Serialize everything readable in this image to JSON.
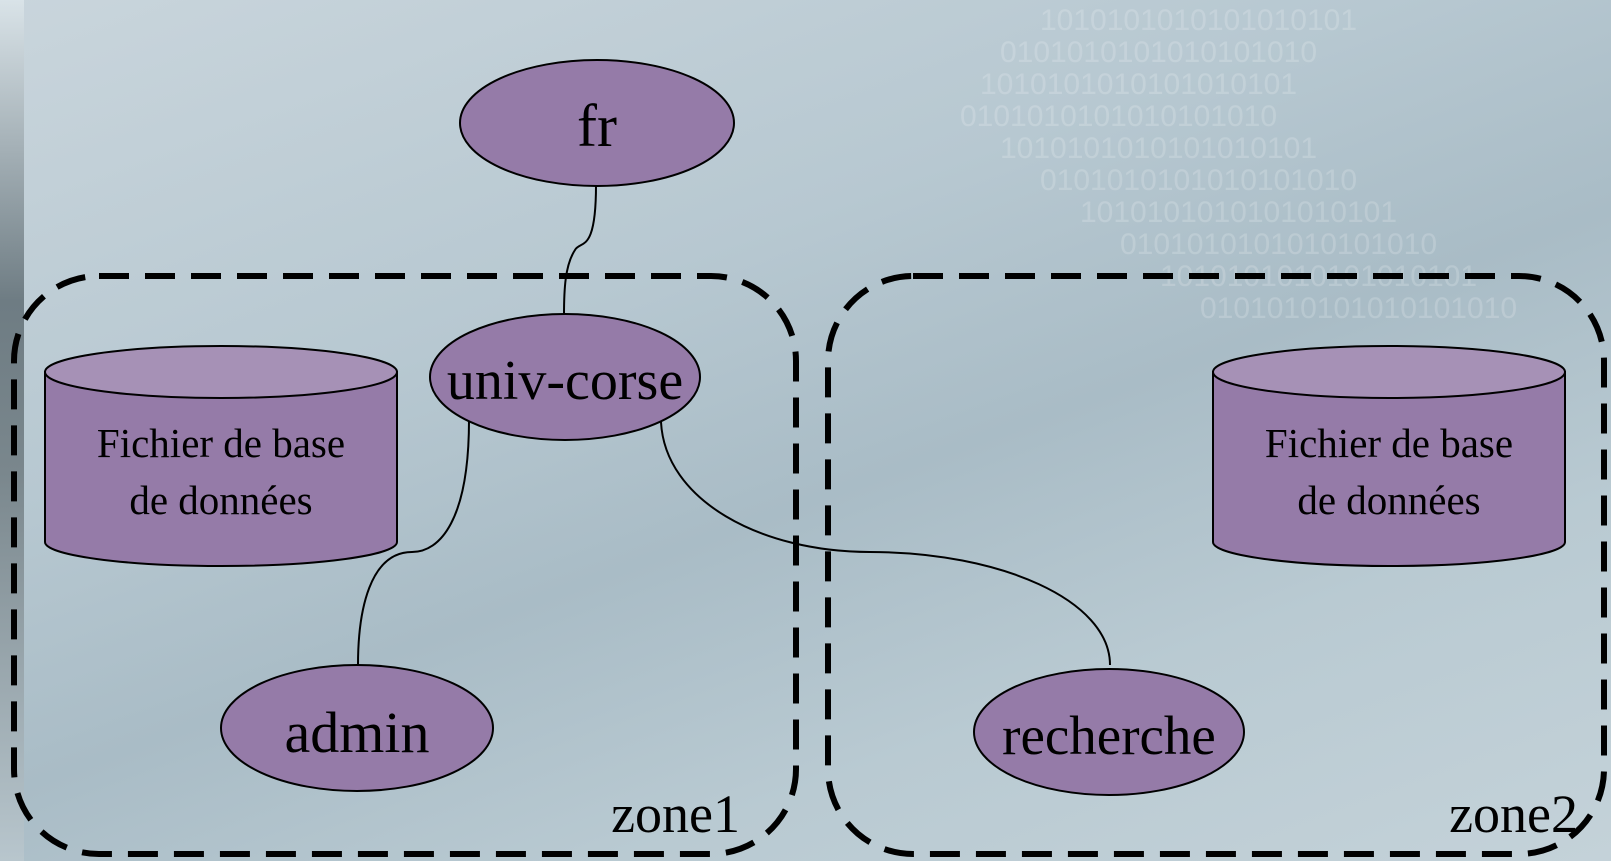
{
  "nodes": {
    "fr": "fr",
    "univ_corse": "univ-corse",
    "admin": "admin",
    "recherche": "recherche"
  },
  "databases": {
    "zone1_db_line1": "Fichier de base",
    "zone1_db_line2": "de données",
    "zone2_db_line1": "Fichier de base",
    "zone2_db_line2": "de données"
  },
  "zones": {
    "zone1": "zone1",
    "zone2": "zone2"
  },
  "colors": {
    "node_fill": "#957ba8",
    "db_top_fill": "#a691b6",
    "stroke": "#000000",
    "background": "#b7c8d1"
  }
}
